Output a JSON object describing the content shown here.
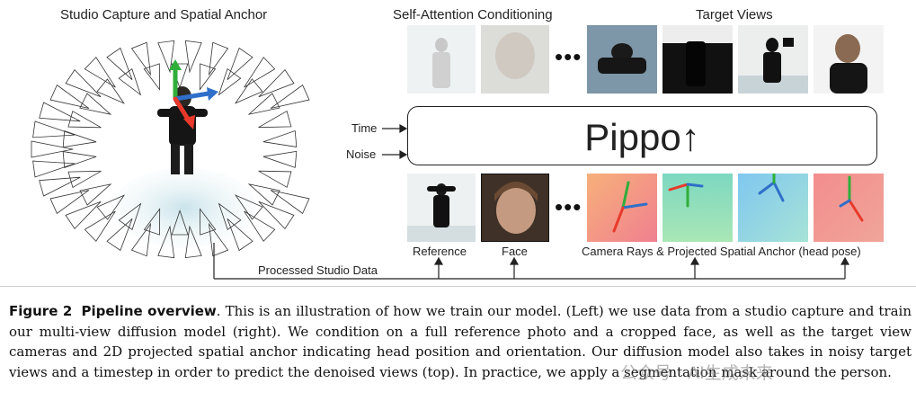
{
  "figure": {
    "headers": {
      "studio": "Studio Capture and Spatial Anchor",
      "self_attention": "Self-Attention Conditioning",
      "target_views": "Target Views"
    },
    "model_name": "Pippo",
    "model_arrow": "↑",
    "inputs": {
      "time": "Time",
      "noise": "Noise"
    },
    "ellipsis": "•••",
    "bottom_labels": {
      "reference": "Reference",
      "face": "Face",
      "camera_rays": "Camera Rays & Projected Spatial Anchor (head pose)"
    },
    "processed": "Processed Studio Data"
  },
  "caption": {
    "label": "Figure 2",
    "title": "Pipeline overview",
    "text": ". This is an illustration of how we train our model. (Left) we use data from a studio capture and train our multi-view diffusion model (right). We condition on a full reference photo and a cropped face, as well as the target view cameras and 2D projected spatial anchor indicating head position and orientation. Our diffusion model also takes in noisy target views and a timestep in order to predict the denoised views (top). In practice, we apply a segmentation mask around the person."
  },
  "watermark": "公众号 · AI生成未来",
  "colors": {
    "axis_red": "#e8392a",
    "axis_green": "#2fae3a",
    "axis_blue": "#2f6fc9",
    "line": "#222222"
  }
}
